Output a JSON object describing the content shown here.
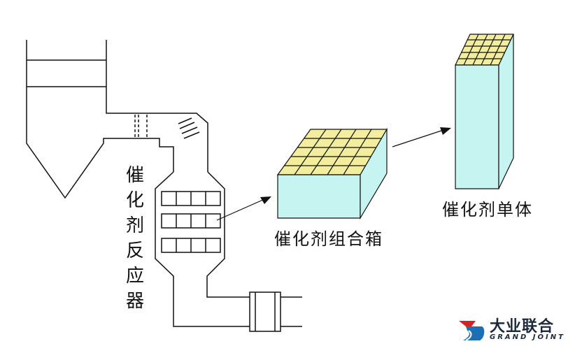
{
  "diagram": {
    "reactor_label": "催化剂反应器",
    "module_box_label": "催化剂组合箱",
    "single_unit_label": "催化剂单体"
  },
  "logo": {
    "name_cn": "大业联合",
    "name_en": "GRAND JOINT",
    "colors": {
      "mark_red": "#d2232a",
      "mark_blue": "#1b6fb5",
      "text": "#1c2a3a"
    }
  },
  "colors": {
    "line": "#111111",
    "catalyst_top": "#f3ee9d",
    "box_side": "#c6f5f1",
    "background": "#ffffff"
  }
}
